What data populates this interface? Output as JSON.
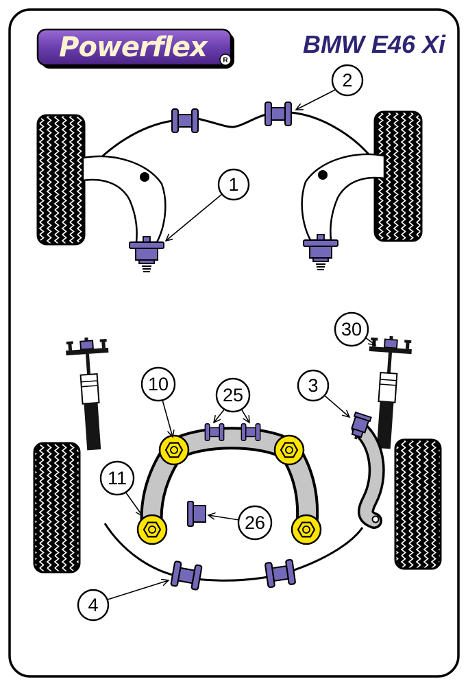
{
  "header": {
    "brand": "Powerflex",
    "registered_mark": "R",
    "model": "BMW E46 Xi"
  },
  "callouts": {
    "front_arm_bush": {
      "label": "1"
    },
    "front_arb_bush": {
      "label": "2"
    },
    "rear_bracket_bush": {
      "label": "3"
    },
    "rear_arb_bush": {
      "label": "4"
    },
    "subframe_front_bush": {
      "label": "10"
    },
    "subframe_rear_bush": {
      "label": "11"
    },
    "subframe_top_bush": {
      "label": "25"
    },
    "center_bush": {
      "label": "26"
    },
    "strut_top_mount": {
      "label": "30"
    }
  },
  "colors": {
    "bushing_purple": "#7468b8",
    "bushing_yellow": "#ffe400",
    "logo_purple": "#6a3fae",
    "model_text": "#2d2472",
    "subframe_gray": "#c6c6c6",
    "line_black": "#000000",
    "background": "#ffffff"
  }
}
